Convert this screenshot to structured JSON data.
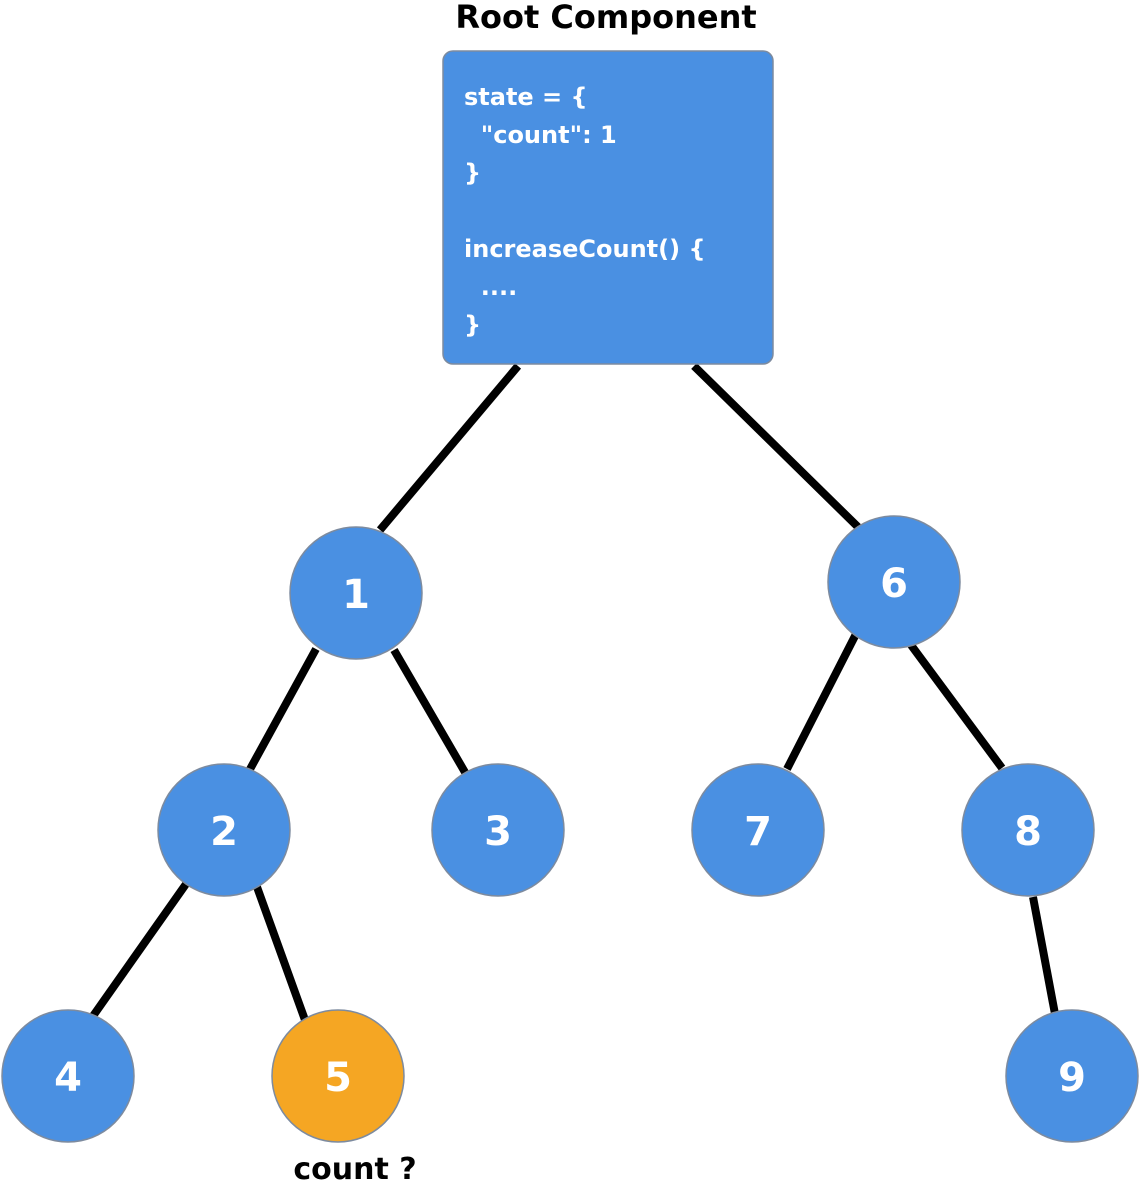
{
  "title": "Root Component",
  "root": {
    "code_lines": [
      "state = {",
      "  \"count\": 1",
      "}",
      "",
      "increaseCount() {",
      "  ....",
      "}"
    ]
  },
  "nodes": [
    {
      "id": "1",
      "label": "1",
      "color": "#4a90e2"
    },
    {
      "id": "2",
      "label": "2",
      "color": "#4a90e2"
    },
    {
      "id": "3",
      "label": "3",
      "color": "#4a90e2"
    },
    {
      "id": "4",
      "label": "4",
      "color": "#4a90e2"
    },
    {
      "id": "5",
      "label": "5",
      "color": "#f5a623",
      "highlighted": true
    },
    {
      "id": "6",
      "label": "6",
      "color": "#4a90e2"
    },
    {
      "id": "7",
      "label": "7",
      "color": "#4a90e2"
    },
    {
      "id": "8",
      "label": "8",
      "color": "#4a90e2"
    },
    {
      "id": "9",
      "label": "9",
      "color": "#4a90e2"
    }
  ],
  "edges": [
    {
      "from": "root",
      "to": "1"
    },
    {
      "from": "root",
      "to": "6"
    },
    {
      "from": "1",
      "to": "2"
    },
    {
      "from": "1",
      "to": "3"
    },
    {
      "from": "2",
      "to": "4"
    },
    {
      "from": "2",
      "to": "5"
    },
    {
      "from": "6",
      "to": "7"
    },
    {
      "from": "6",
      "to": "8"
    },
    {
      "from": "8",
      "to": "9"
    }
  ],
  "question_label": "count ?",
  "colors": {
    "node_default": "#4a90e2",
    "node_highlight": "#f5a623",
    "edge": "#000000",
    "text_on_node": "#ffffff"
  }
}
